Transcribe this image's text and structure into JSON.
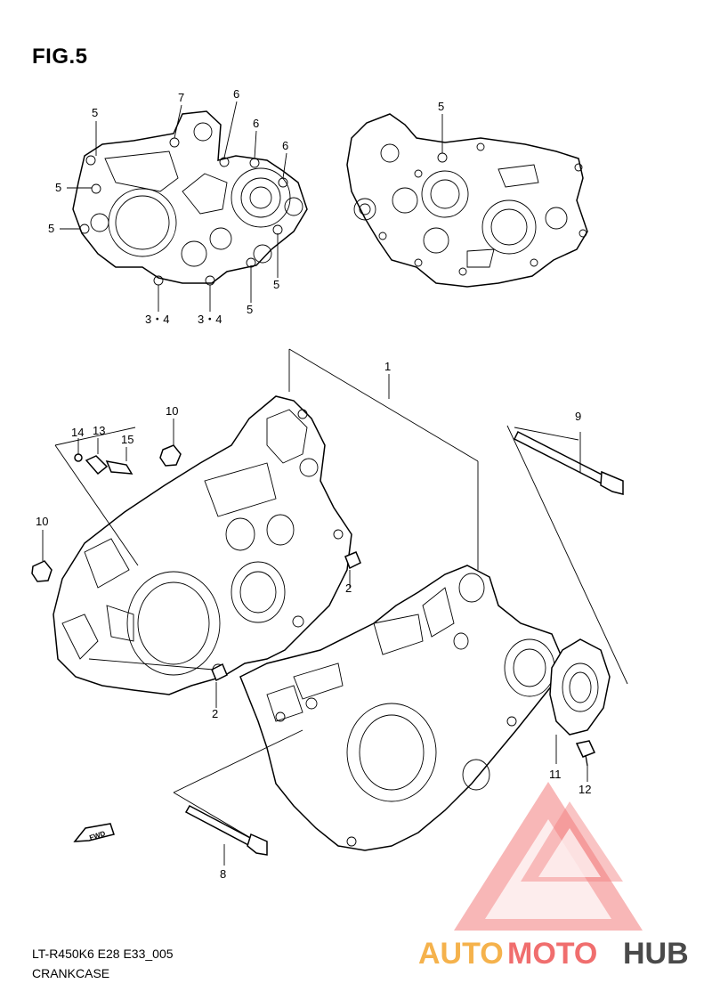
{
  "figure": {
    "title": "FIG.5",
    "model_code": "LT-R450K6 E28 E33_005",
    "caption": "CRANKCASE",
    "fwd_label": "FWD"
  },
  "watermark": {
    "text_a": "AUTO",
    "text_b": "MOTO",
    "text_c": "HUB",
    "color_a": "#f5b24c",
    "color_b": "#f06e6e",
    "color_c": "#4a4a4a",
    "logo_color": "#f27c7c"
  },
  "callouts": {
    "c1": "1",
    "c2a": "2",
    "c2b": "2",
    "c34a": "3・4",
    "c34b": "3・4",
    "c5a": "5",
    "c5b": "5",
    "c5c": "5",
    "c5d": "5",
    "c5e": "5",
    "c5f": "5",
    "c6a": "6",
    "c6b": "6",
    "c6c": "6",
    "c7": "7",
    "c8": "8",
    "c9": "9",
    "c10a": "10",
    "c10b": "10",
    "c11": "11",
    "c12": "12",
    "c13": "13",
    "c14": "14",
    "c15": "15"
  }
}
